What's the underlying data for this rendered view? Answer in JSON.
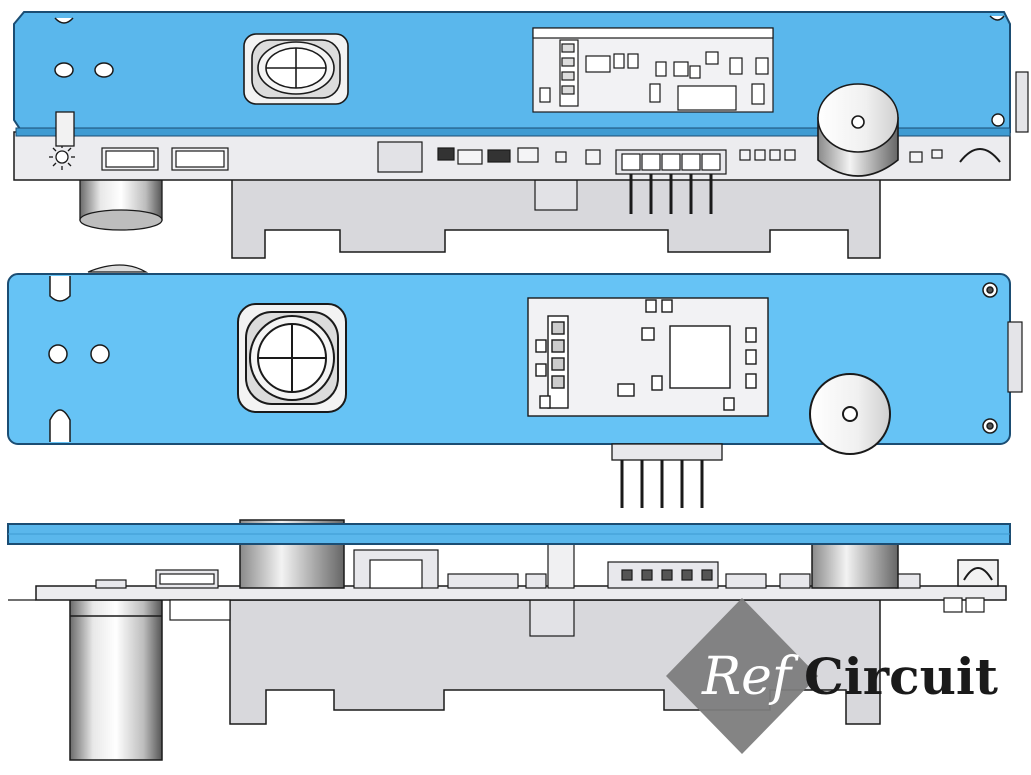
{
  "title": "",
  "views": [
    {
      "view": "top-angled",
      "board": "enclosure-lid-pcb"
    },
    {
      "view": "top",
      "board": "enclosure-lid-pcb"
    },
    {
      "view": "side",
      "board": "enclosure-lid-pcb"
    }
  ],
  "colors": {
    "board_blue": "#5ab7ec",
    "board_blue_light": "#66c3f5",
    "board_edge": "#1b4d73",
    "pcb_gray": "#e9e9ec",
    "enclosure_gray": "#d8d8dc",
    "outline": "#1a1a1a",
    "watermark_gray": "#7d7d7d"
  },
  "icons": [
    "inductor-icon",
    "buzzer-icon",
    "pin-header-icon",
    "module-icon",
    "led-icon"
  ],
  "watermark": {
    "part1": "Ref",
    "part2": "Circuit"
  }
}
